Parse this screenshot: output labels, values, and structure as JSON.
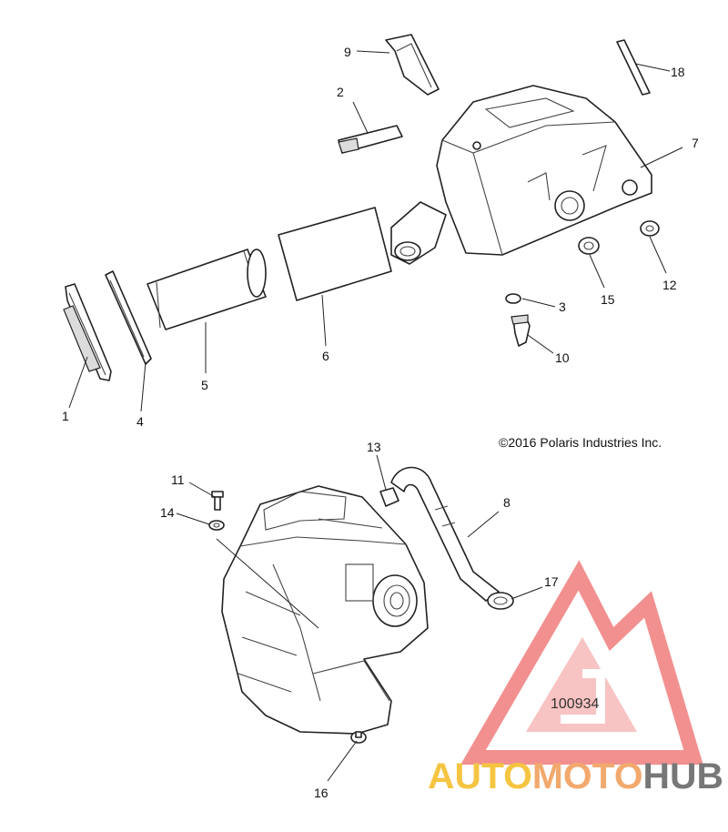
{
  "callouts": {
    "c1": "1",
    "c2": "2",
    "c3": "3",
    "c4": "4",
    "c5": "5",
    "c6": "6",
    "c7": "7",
    "c8": "8",
    "c9": "9",
    "c10": "10",
    "c11": "11",
    "c12": "12",
    "c13": "13",
    "c14": "14",
    "c15": "15",
    "c16": "16",
    "c17": "17",
    "c18": "18"
  },
  "copyright": "©2016 Polaris Industries Inc.",
  "diagram_id": "100934",
  "watermark": {
    "part1": "AUTO",
    "part2": "MOTO",
    "part3": "HUB",
    "color_auto": "#f5c542",
    "color_moto": "#f2a96e",
    "color_hub": "#777777",
    "logo_color": "#f07d7d"
  }
}
